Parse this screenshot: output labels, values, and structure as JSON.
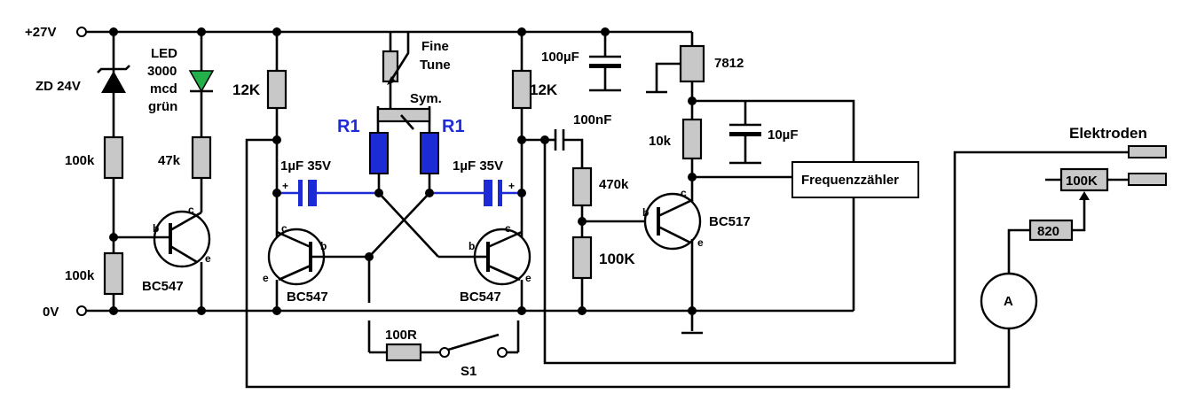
{
  "rails": {
    "v27": "+27V",
    "v0": "0V"
  },
  "left": {
    "zener": "ZD 24V",
    "led_line1": "LED",
    "led_line2": "3000",
    "led_line3": "mcd",
    "led_line4": "grün",
    "r_left_top": "100k",
    "r_led": "47k",
    "r_left_bottom": "100k",
    "transistor": "BC547"
  },
  "osc": {
    "r_collector_left": "12K",
    "r_collector_right": "12K",
    "fine_line1": "Fine",
    "fine_line2": "Tune",
    "sym": "Sym.",
    "r1_left": "R1",
    "r1_right": "R1",
    "cap_left": "1µF 35V",
    "cap_right": "1µF 35V",
    "t_left": "BC547",
    "t_right": "BC547",
    "r_100r": "100R",
    "switch": "S1",
    "base": "b",
    "collector": "c",
    "emitter": "e",
    "plus": "+"
  },
  "right": {
    "cap_100uf": "100µF",
    "reg": "7812",
    "cap_100nf": "100nF",
    "cap_10uf": "10µF",
    "r_10k": "10k",
    "r_470k": "470k",
    "r_100k": "100K",
    "transistor": "BC517",
    "counter": "Frequenzzähler",
    "electrodes": "Elektroden",
    "pot_100k": "100K",
    "r_820": "820",
    "meter": "A"
  }
}
